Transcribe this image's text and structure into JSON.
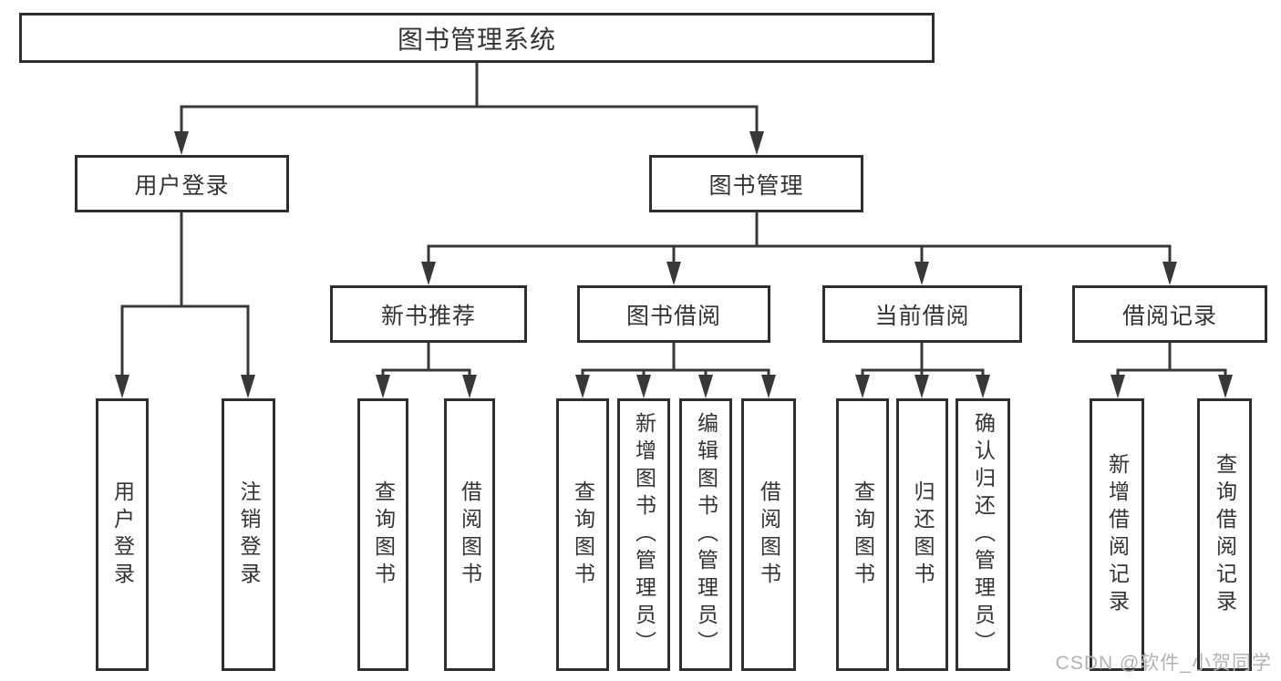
{
  "colors": {
    "line": "#383838",
    "border": "#2e2e2e",
    "text": "#333333",
    "background": "#ffffff",
    "watermark": "#b3b3b3"
  },
  "watermark": {
    "text": "CSDN @软件_小贺同学"
  },
  "tree": {
    "root": {
      "label": "图书管理系统"
    },
    "branches": [
      {
        "label": "用户登录",
        "children": [
          {
            "label": "用户登录"
          },
          {
            "label": "注销登录"
          }
        ]
      },
      {
        "label": "图书管理",
        "children": [
          {
            "label": "新书推荐",
            "children": [
              {
                "label": "查询图书"
              },
              {
                "label": "借阅图书"
              }
            ]
          },
          {
            "label": "图书借阅",
            "children": [
              {
                "label": "查询图书"
              },
              {
                "label": "新增图书（管理员）"
              },
              {
                "label": "编辑图书（管理员）"
              },
              {
                "label": "借阅图书"
              }
            ]
          },
          {
            "label": "当前借阅",
            "children": [
              {
                "label": "查询图书"
              },
              {
                "label": "归还图书"
              },
              {
                "label": "确认归还（管理员）"
              }
            ]
          },
          {
            "label": "借阅记录",
            "children": [
              {
                "label": "新增借阅记录"
              },
              {
                "label": "查询借阅记录"
              }
            ]
          }
        ]
      }
    ]
  }
}
